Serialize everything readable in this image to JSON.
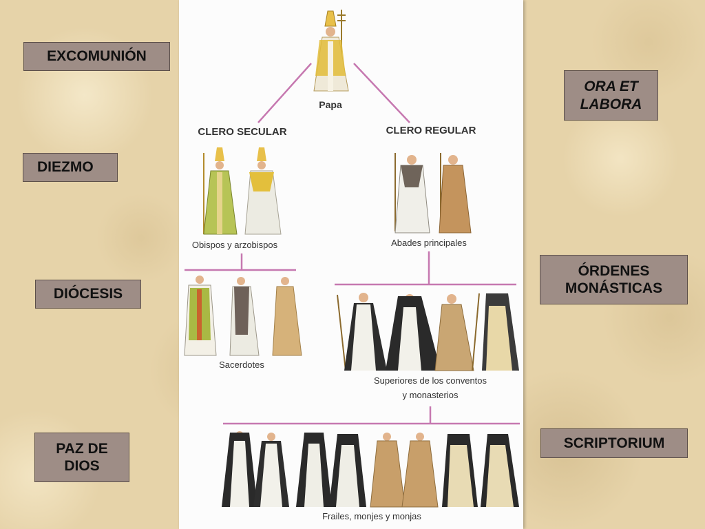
{
  "left_labels": {
    "excomunion": "EXCOMUNIÓN",
    "diezmo": "DIEZMO",
    "diocesis": "DIÓCESIS",
    "paz_de_dios": "PAZ DE\nDIOS"
  },
  "right_labels": {
    "ora_et_labora": "ORA ET\nLABORA",
    "ordenes_monasticas": "ÓRDENES\nMONÁSTICAS",
    "scriptorium": "SCRIPTORIUM"
  },
  "diagram": {
    "top": "Papa",
    "clero_secular": "CLERO SECULAR",
    "clero_regular": "CLERO REGULAR",
    "obispos": "Obispos y arzobispos",
    "abades": "Abades principales",
    "sacerdotes": "Sacerdotes",
    "superiores_line1": "Superiores de los conventos",
    "superiores_line2": "y monasterios",
    "frailes": "Frailes, monjes y monjas"
  },
  "colors": {
    "label_box": "#9e8d86",
    "connector": "#c678b0",
    "background": "#e6d3a9"
  }
}
